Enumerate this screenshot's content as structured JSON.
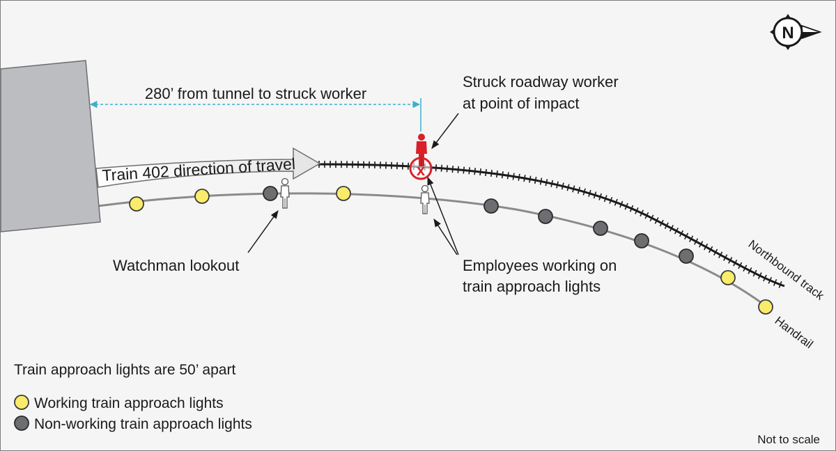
{
  "labels": {
    "distance": "280’ from tunnel to struck worker",
    "train_direction": "Train 402 direction of travel",
    "struck_line1": "Struck roadway worker",
    "struck_line2": "at point of impact",
    "watchman": "Watchman lookout",
    "employees_line1": "Employees working on",
    "employees_line2": "train approach lights",
    "northbound": "Northbound track",
    "handrail": "Handrail",
    "not_to_scale": "Not to scale",
    "compass": "N"
  },
  "legend": {
    "title": "Train approach lights are 50’ apart",
    "items": [
      {
        "label": "Working train approach lights",
        "status": "working"
      },
      {
        "label": "Non-working train approach lights",
        "status": "non-working"
      }
    ]
  },
  "lights_sequence": [
    "working",
    "working",
    "non-working",
    "working",
    "non-working",
    "non-working",
    "non-working",
    "non-working",
    "non-working",
    "working",
    "working"
  ],
  "colors": {
    "working_fill": "#f9ec6a",
    "working_stroke": "#3a3a3a",
    "non_working_fill": "#6d6e71",
    "struck_red": "#d7222a",
    "dimension_blue": "#3bb0c9",
    "tunnel_fill": "#bcbdc0",
    "handrail": "#8a8a8a"
  }
}
